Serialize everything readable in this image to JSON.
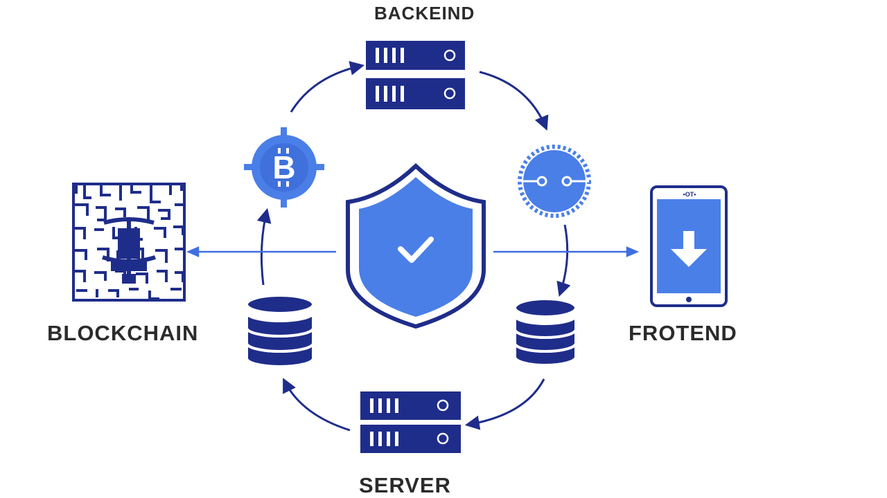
{
  "labels": {
    "backend": "BACKEIND",
    "blockchain": "BLOCKCHAIN",
    "frontend": "FROTEND",
    "server": "SERVER"
  },
  "icons": {
    "bitcoin_symbol": "B",
    "phone_status": "•ОТ•"
  },
  "colors": {
    "navy": "#1f2d8a",
    "blue": "#4a7fe8",
    "text": "#2b2b2b"
  }
}
